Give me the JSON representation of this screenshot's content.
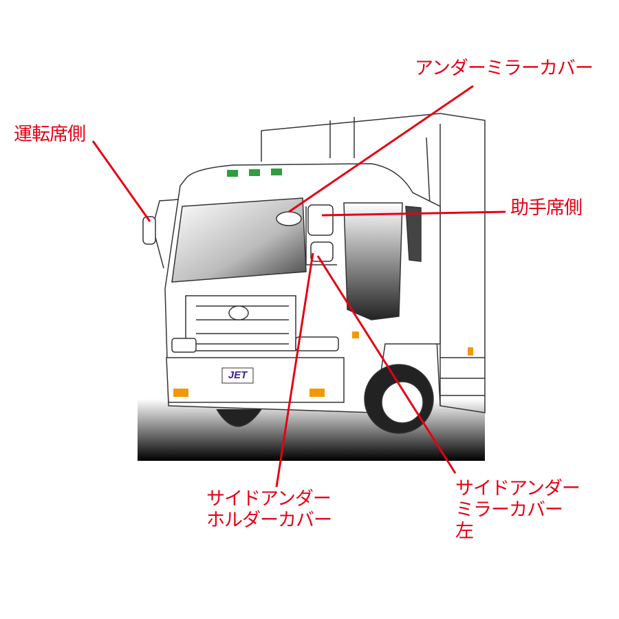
{
  "labels": {
    "driver_side": "運転席側",
    "under_mirror_cover": "アンダーミラーカバー",
    "passenger_side": "助手席側",
    "side_under_holder_cover": [
      "サイドアンダー",
      "ホルダーカバー"
    ],
    "side_under_mirror_cover_left": [
      "サイドアンダー",
      "ミラーカバー",
      "左"
    ]
  },
  "logo": "JET",
  "colors": {
    "label": "#e60012",
    "leader": "#e60012",
    "marker": "#2e9e3e",
    "logo": "#3a1f8f",
    "lamp": "#f39800"
  }
}
